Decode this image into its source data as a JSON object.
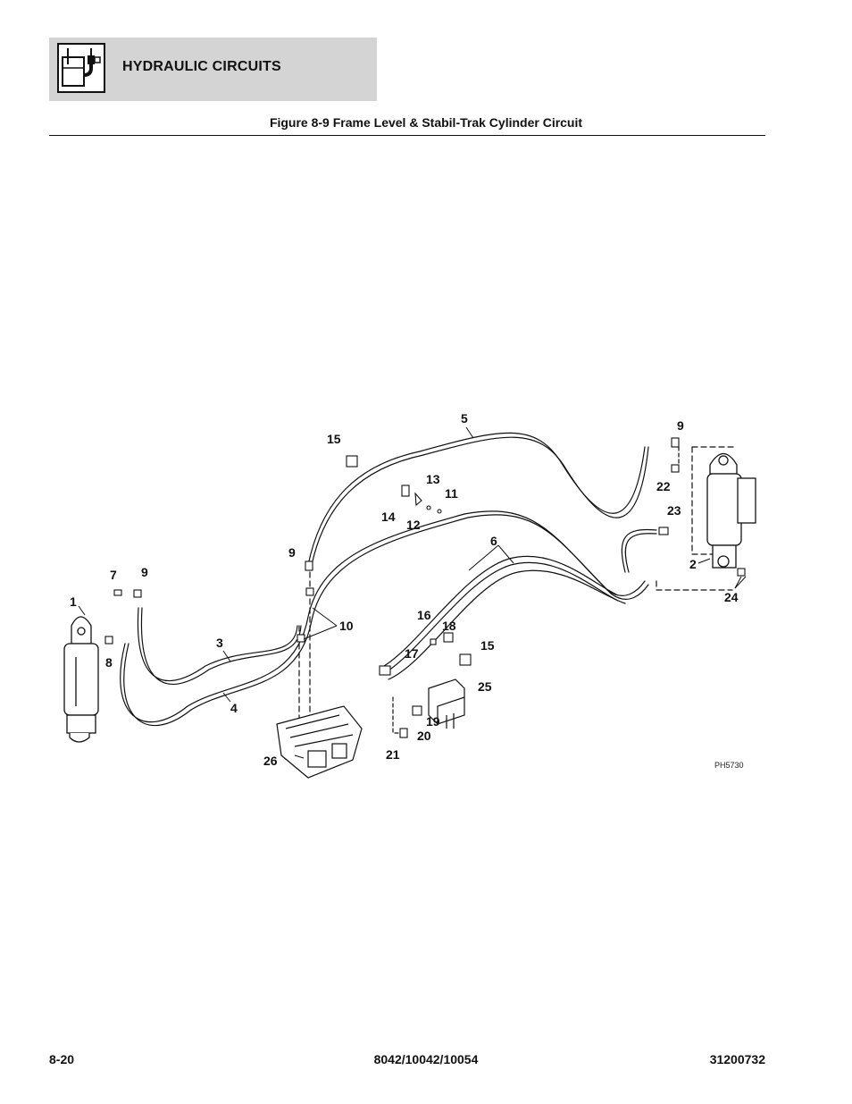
{
  "header": {
    "section_title": "HYDRAULIC CIRCUITS",
    "icon": "hydraulic-circuit-icon"
  },
  "figure": {
    "title": "Figure 8-9 Frame Level & Stabil-Trak Cylinder Circuit",
    "photo_id": "PH5730",
    "callouts": [
      "1",
      "2",
      "3",
      "4",
      "5",
      "6",
      "7",
      "8",
      "9",
      "9",
      "9",
      "10",
      "11",
      "12",
      "13",
      "14",
      "15",
      "15",
      "16",
      "17",
      "18",
      "19",
      "20",
      "21",
      "22",
      "23",
      "24",
      "25",
      "26"
    ]
  },
  "footer": {
    "page_number": "8-20",
    "models": "8042/10042/10054",
    "doc_number": "31200732"
  }
}
